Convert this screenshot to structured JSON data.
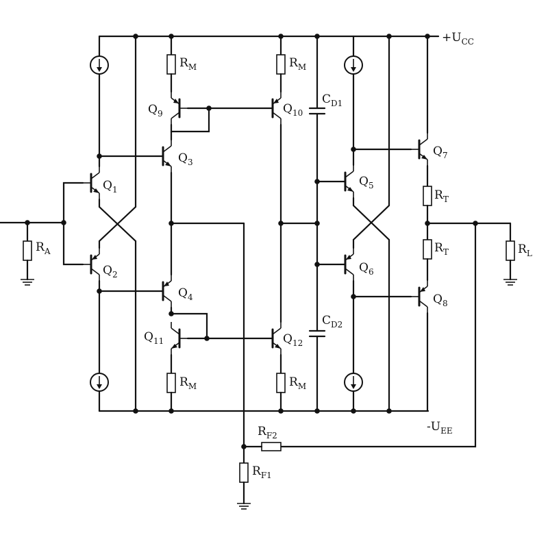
{
  "supply": {
    "vcc": {
      "main": "+U",
      "sub": "CC"
    },
    "vee": {
      "main": "-U",
      "sub": "EE"
    }
  },
  "transistors": [
    {
      "main": "Q",
      "sub": "1"
    },
    {
      "main": "Q",
      "sub": "2"
    },
    {
      "main": "Q",
      "sub": "3"
    },
    {
      "main": "Q",
      "sub": "4"
    },
    {
      "main": "Q",
      "sub": "5"
    },
    {
      "main": "Q",
      "sub": "6"
    },
    {
      "main": "Q",
      "sub": "7"
    },
    {
      "main": "Q",
      "sub": "8"
    },
    {
      "main": "Q",
      "sub": "9"
    },
    {
      "main": "Q",
      "sub": "10"
    },
    {
      "main": "Q",
      "sub": "11"
    },
    {
      "main": "Q",
      "sub": "12"
    }
  ],
  "resistors": {
    "ra": {
      "main": "R",
      "sub": "A"
    },
    "rm": {
      "main": "R",
      "sub": "M"
    },
    "rt": {
      "main": "R",
      "sub": "T"
    },
    "rl": {
      "main": "R",
      "sub": "L"
    },
    "rf1": {
      "main": "R",
      "sub": "F1"
    },
    "rf2": {
      "main": "R",
      "sub": "F2"
    }
  },
  "capacitors": {
    "cd1": {
      "main": "C",
      "sub": "D1"
    },
    "cd2": {
      "main": "C",
      "sub": "D2"
    }
  }
}
